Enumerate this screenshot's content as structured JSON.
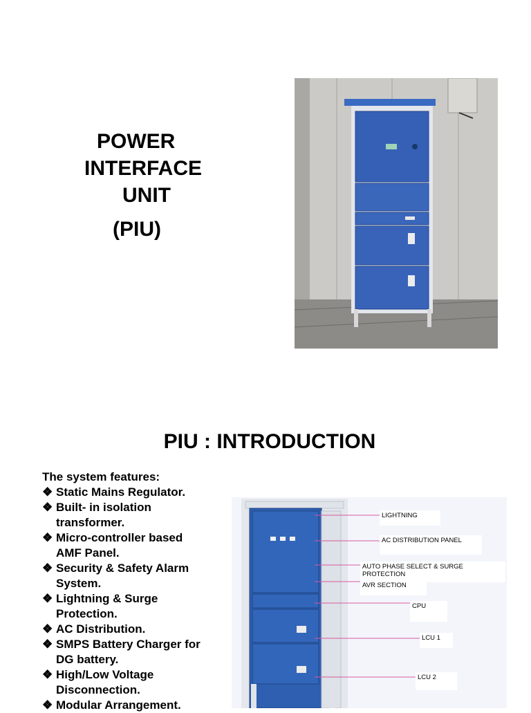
{
  "title": {
    "line1": "POWER",
    "line2": "INTERFACE",
    "line3": "UNIT",
    "line4": "(PIU)"
  },
  "section": {
    "heading": "PIU : INTRODUCTION",
    "intro": "The system features:",
    "bullet_glyph": "❖",
    "features": [
      {
        "l1": "Static Mains Regulator.",
        "l2": ""
      },
      {
        "l1": "Built- in isolation",
        "l2": "transformer."
      },
      {
        "l1": "Micro-controller based",
        "l2": "AMF Panel."
      },
      {
        "l1": "Security & Safety Alarm",
        "l2": "System."
      },
      {
        "l1": "Lightning & Surge",
        "l2": "Protection."
      },
      {
        "l1": "AC Distribution.",
        "l2": ""
      },
      {
        "l1": "SMPS Battery Charger for",
        "l2": "DG battery."
      },
      {
        "l1": "High/Low Voltage",
        "l2": "Disconnection."
      },
      {
        "l1": "Modular Arrangement.",
        "l2": ""
      }
    ]
  },
  "diagram": {
    "labels": {
      "lightning": "LIGHTNING",
      "ac_panel": "AC  DISTRIBUTION PANEL",
      "auto_phase": "AUTO PHASE SELECT & SURGE PROTECTION",
      "avr": "AVR  SECTION",
      "cpu": "CPU",
      "lcu1": "LCU  1",
      "lcu2": "LCU  2"
    },
    "colors": {
      "cabinet": "#2e5fb0",
      "leader": "#d85aa0"
    }
  }
}
